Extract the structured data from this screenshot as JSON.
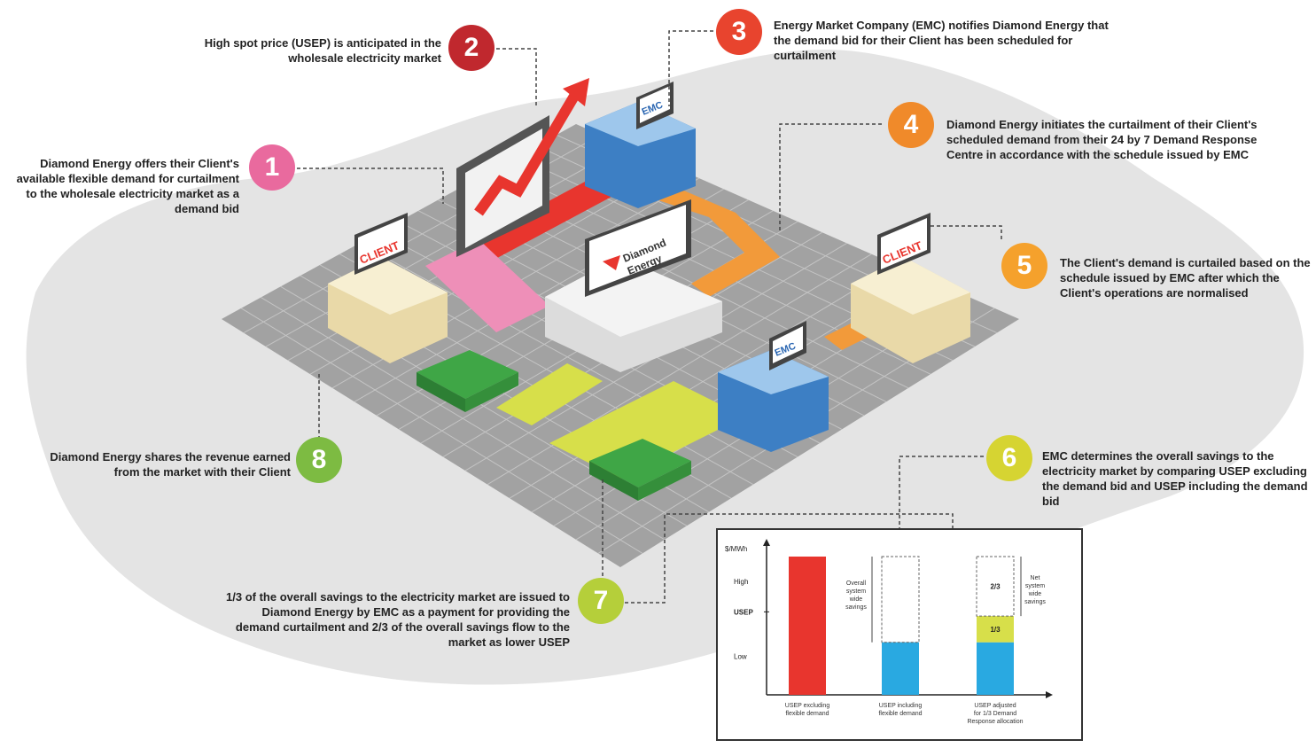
{
  "steps": [
    {
      "number": "1",
      "color": "#e96a9e",
      "text": "Diamond Energy offers their Client's available flexible demand for curtailment to the wholesale electricity market as a demand bid"
    },
    {
      "number": "2",
      "color": "#c0282e",
      "text": "High spot price (USEP) is anticipated in the wholesale electricity market"
    },
    {
      "number": "3",
      "color": "#e8442e",
      "text": "Energy Market Company (EMC) notifies Diamond Energy that the demand bid for their Client has been scheduled for curtailment"
    },
    {
      "number": "4",
      "color": "#f08a2a",
      "text": "Diamond Energy initiates the curtailment of their Client's scheduled demand from their 24 by 7 Demand Response Centre in accordance with the schedule issued by EMC"
    },
    {
      "number": "5",
      "color": "#f5a12c",
      "text": "The Client's demand is curtailed based on the schedule issued by EMC after which the Client's operations are normalised"
    },
    {
      "number": "6",
      "color": "#d6d432",
      "text": "EMC determines the overall savings to the electricity market by comparing USEP excluding the demand bid and USEP including the demand bid"
    },
    {
      "number": "7",
      "color": "#b5cf3a",
      "text": "1/3 of the overall savings to the electricity market are issued to Diamond Energy by EMC as a payment for providing the demand curtailment and 2/3 of the overall savings flow to the market as lower USEP"
    },
    {
      "number": "8",
      "color": "#7dbb42",
      "text": "Diamond Energy shares the revenue earned from the market with their Client"
    }
  ],
  "buildings": {
    "client_label": "CLIENT",
    "emc_label": "EMC",
    "diamond_label_line1": "Diamond",
    "diamond_label_line2": "Energy"
  },
  "colors": {
    "red": "#e8352e",
    "pink": "#ee8fb8",
    "orange": "#f29a3a",
    "yellow_green": "#d7df4a",
    "money": "#3fa646",
    "blue": "#29a9e1",
    "grid": "#9a9a9a"
  },
  "chart_data": {
    "type": "bar",
    "ylabel": "$/MWh",
    "y_ticks": [
      "High",
      "USEP",
      "Low"
    ],
    "categories": [
      "USEP excluding flexible demand",
      "USEP including flexible demand",
      "USEP adjusted for 1/3 Demand Response allocation"
    ],
    "values": [
      1.0,
      0.38,
      0.57
    ],
    "allocation_segment": {
      "label": "1/3",
      "from": 0.38,
      "to": 0.57
    },
    "top_segment_label": "2/3",
    "annotations": [
      "Overall system wide savings",
      "Net system wide savings"
    ]
  }
}
